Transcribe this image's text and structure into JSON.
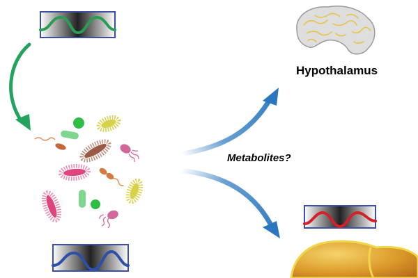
{
  "labels": {
    "hypothalamus": "Hypothalamus",
    "metabolites": "Metabolites?"
  },
  "icons": {
    "brain": "brain-icon",
    "liver": "liver-icon",
    "microbes": "gut-microbiota",
    "wave_boxes": "oscillation-box"
  },
  "colors": {
    "wave_green": "#2a9d55",
    "wave_blue": "#2d4faa",
    "wave_red": "#d4202a",
    "arrow_green": "#23a35e",
    "arrow_blue": "#2a77c0",
    "brain_fill": "#dedede",
    "brain_lines": "#e8c54a",
    "liver": "#d99a2a"
  }
}
